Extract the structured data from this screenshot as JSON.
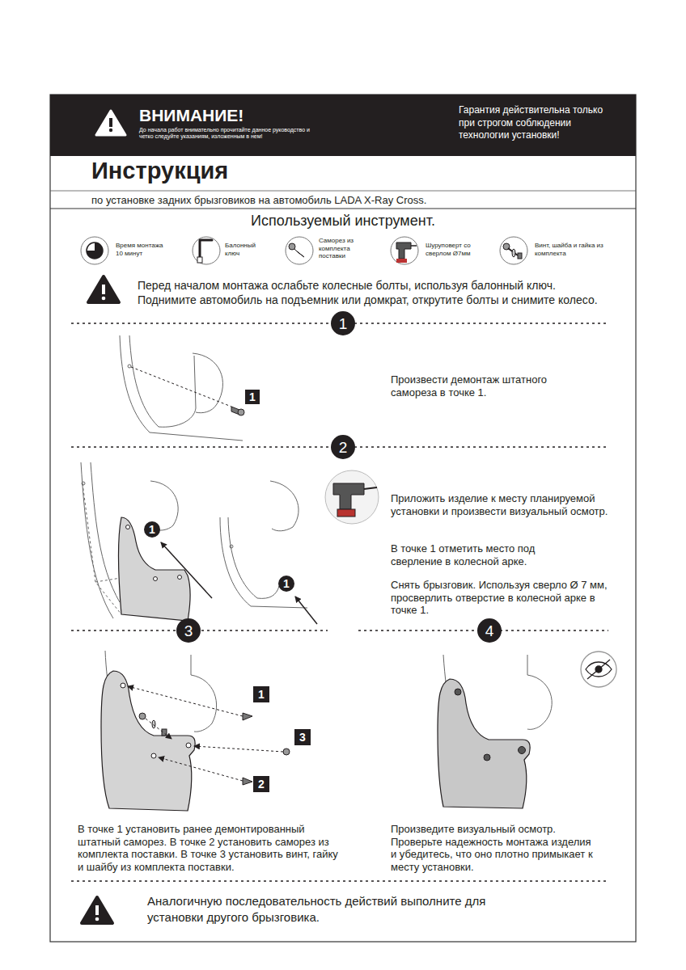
{
  "diagram": {
    "title": "Инструкция",
    "nodes": [
      {
        "text": [
          "ВНИМАНИЕ!",
          "До начала работ внимательно прочитайте данное руководство и четко следуйте указаниям, изложенным в нем!",
          "Гарантия действительна только при строгом соблюдении технологии установки!"
        ]
      },
      {
        "text": [
          "1"
        ]
      },
      {
        "text": [
          "2"
        ]
      },
      {
        "text": [
          "3"
        ]
      },
      {
        "text": [
          "4"
        ]
      },
      {
        "text": [
          "1"
        ]
      },
      {
        "text": [
          "1"
        ]
      },
      {
        "text": [
          "1"
        ]
      },
      {
        "text": [
          "1"
        ]
      },
      {
        "text": [
          "3"
        ]
      },
      {
        "text": [
          "2"
        ]
      }
    ],
    "labels": [
      "по установке задних брызговиков на автомобиль LADA X-Ray Cross.",
      "Используемый инструмент.",
      "Время монтажа 10 минут",
      "Балонный ключ",
      "Саморез из комплекта поставки",
      "Шуруповерт со сверлом Ø7мм",
      "Винт, шайба и гайка из комплекта",
      "Перед началом монтажа ослабьте колесные болты, используя балонный ключ. Поднимите автомобиль на подъемник или домкрат, открутите болты и снимите колесо.",
      "Произвести демонтаж штатного самореза в точке 1.",
      "Приложить изделие к месту планируемой установки и произвести визуальный осмотр.",
      "В точке 1 отметить место под сверление в колесной арке.",
      "Снять брызговик. Используя сверло Ø 7 мм, просверлить отверстие в колесной арке в точке 1.",
      "В точке 1 установить ранее демонтированный штатный саморез. В точке 2 установить саморез из комплекта поставки. В точке 3 установить винт, гайку и шайбу из комплекта поставки.",
      "Произведите визуальный осмотр. Проверьте надежность монтажа изделия и убедитесь, что оно плотно примыкает к месту установки.",
      "Аналогичную последовательность действий выполните для установки другого брызговика."
    ]
  }
}
